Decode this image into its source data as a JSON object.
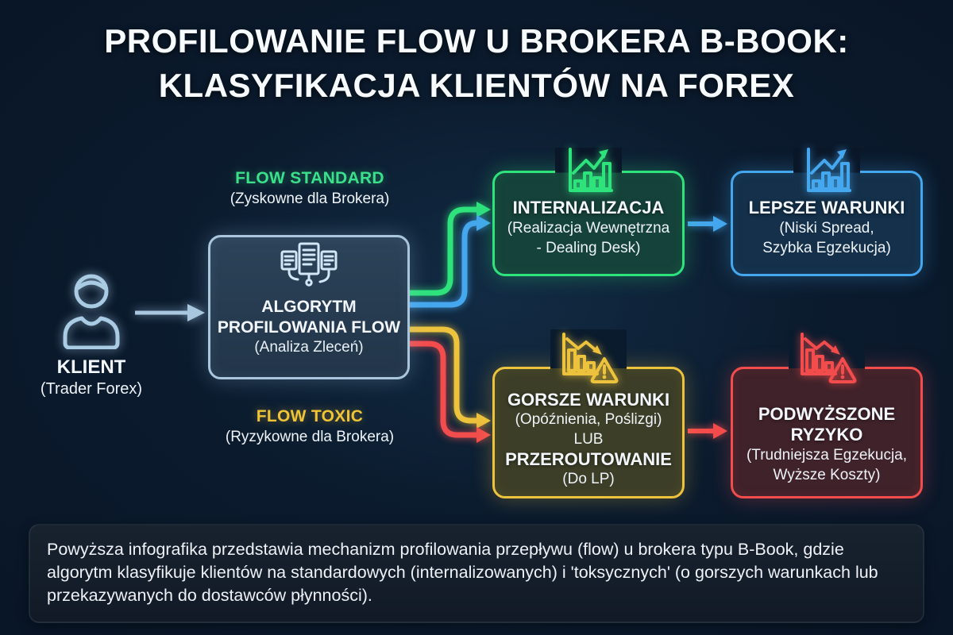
{
  "title": {
    "line1": "PROFILOWANIE FLOW U BROKERA B-BOOK:",
    "line2": "KLASYFIKACJA KLIENTÓW NA FOREX"
  },
  "client": {
    "label": "KLIENT",
    "sublabel": "(Trader Forex)"
  },
  "algorithm": {
    "title": "ALGORYTM PROFILOWANIA FLOW",
    "subtitle": "(Analiza Zleceń)"
  },
  "flow_standard": {
    "label": "FLOW STANDARD",
    "sublabel": "(Zyskowne dla Brokera)",
    "color": "#3be08a"
  },
  "flow_toxic": {
    "label": "FLOW TOXIC",
    "sublabel": "(Ryzykowne dla Brokera)",
    "color": "#f0c436"
  },
  "boxes": {
    "internalizacja": {
      "title": "INTERNALIZACJA",
      "sub1": "(Realizacja Wewnętrzna",
      "sub2": "- Dealing Desk)",
      "accent": "#2ee27c"
    },
    "lepsze_warunki": {
      "title": "LEPSZE WARUNKI",
      "sub1": "(Niski Spread,",
      "sub2": "Szybka Egzekucja)",
      "accent": "#45a7ee"
    },
    "gorsze_warunki": {
      "title": "GORSZE WARUNKI",
      "sub1": "(Opóźnienia, Poślizgi)",
      "mid": "LUB",
      "title2": "PRZEROUTOWANIE",
      "sub2": "(Do LP)",
      "accent": "#edc23d"
    },
    "podwyzszone_ryzyko": {
      "title": "PODWYŻSZONE RYZYKO",
      "sub1": "(Trudniejsza Egzekucja,",
      "sub2": "Wyższe Koszty)",
      "accent": "#f34c4c"
    }
  },
  "footer": {
    "text": "Powyższa infografika przedstawia mechanizm profilowania przepływu (flow) u brokera typu B-Book, gdzie algorytm klasyfikuje klientów na standardowych (internalizowanych) i 'toksycznych' (o gorszych warunkach lub przekazywanych do dostawców płynności)."
  }
}
